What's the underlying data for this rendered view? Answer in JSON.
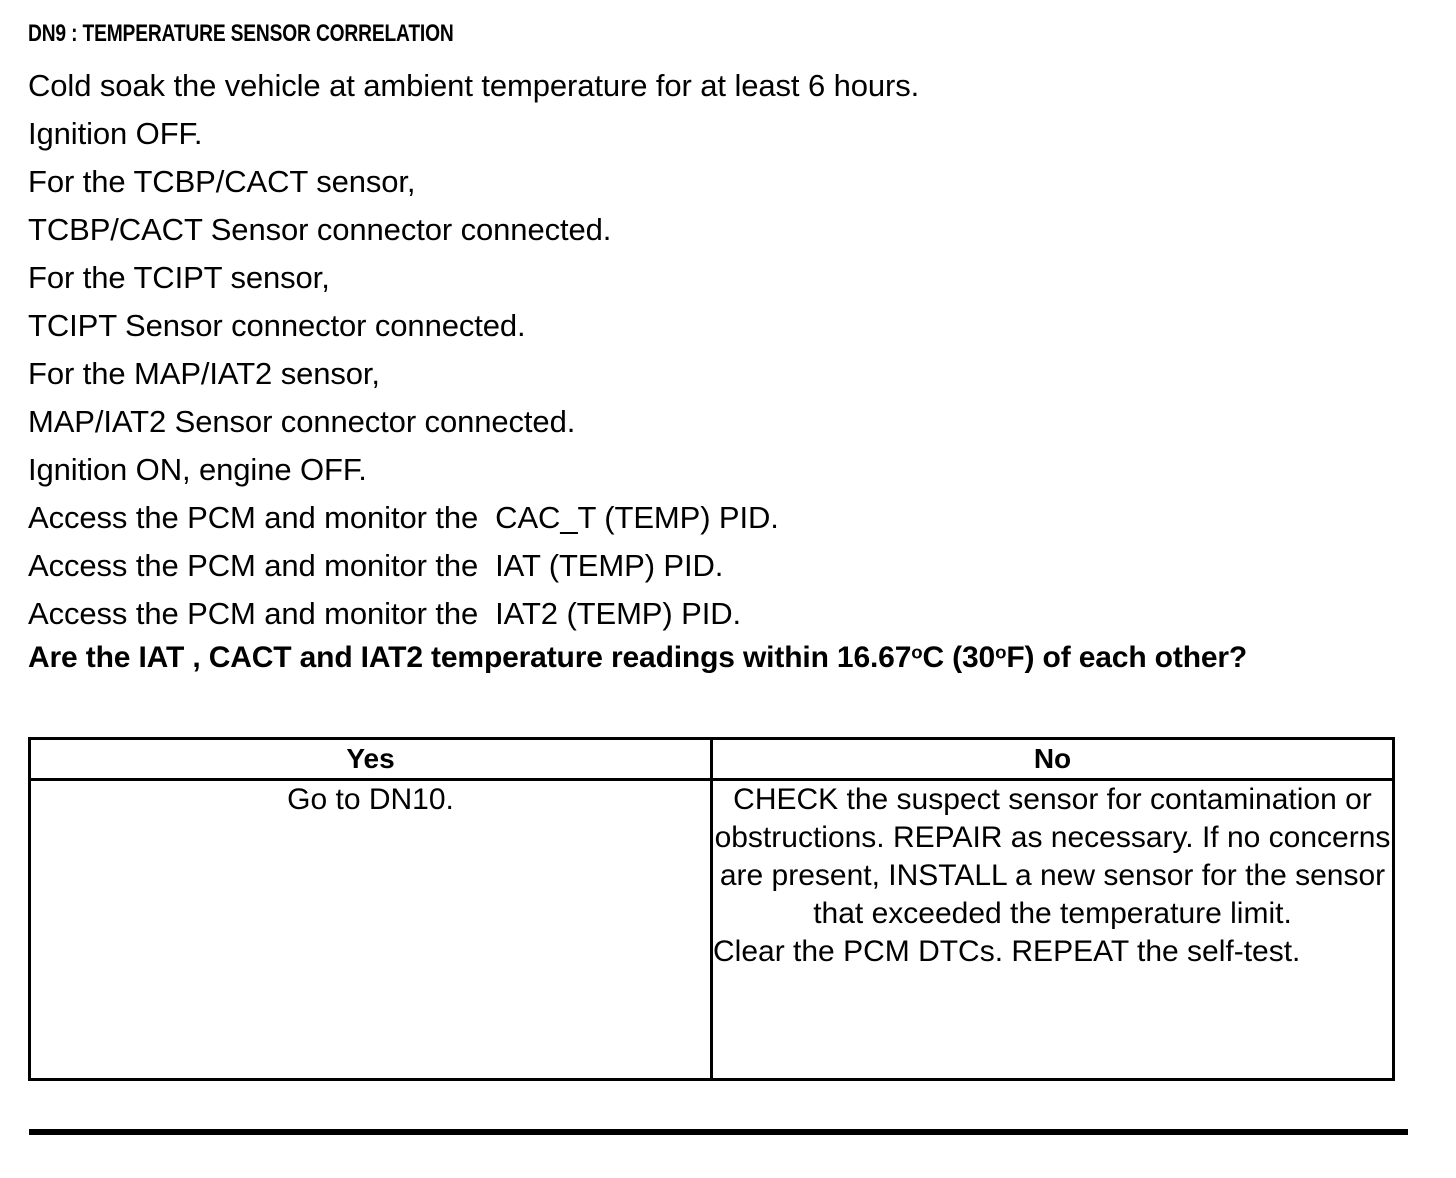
{
  "document": {
    "heading": "DN9 : TEMPERATURE SENSOR CORRELATION",
    "steps": [
      "Cold soak the vehicle at ambient temperature for at least 6 hours.",
      "Ignition OFF.",
      "For the TCBP/CACT sensor,",
      "TCBP/CACT Sensor connector connected.",
      "For the TCIPT sensor,",
      "TCIPT Sensor connector connected.",
      "For the MAP/IAT2 sensor,",
      "MAP/IAT2 Sensor connector connected.",
      "Ignition ON, engine OFF.",
      "Access the PCM and monitor the  CAC_T (TEMP) PID.",
      "Access the PCM and monitor the  IAT (TEMP) PID.",
      "Access the PCM and monitor the  IAT2 (TEMP) PID."
    ],
    "question": {
      "before_celsius": "Are the IAT , CACT and IAT2 temperature readings within 16.67",
      "celsius_degree": "o",
      "between": "C (30",
      "fahrenheit_degree": "o",
      "after": "F) of each other?",
      "full_text": "Are the IAT , CACT and IAT2 temperature readings within 16.67ºC (30ºF) of each other?"
    }
  },
  "decision_table": {
    "headers": {
      "yes": "Yes",
      "no": "No"
    },
    "rows": [
      {
        "yes": "Go to DN10.",
        "no_paragraph_centered": "CHECK the suspect sensor for contamination or obstructions. REPAIR as necessary. If no concerns are present, INSTALL a new sensor for the sensor that exceeded the temperature limit.",
        "no_paragraph_left": "Clear the PCM DTCs. REPEAT the self-test."
      }
    ]
  },
  "style": {
    "text_color": "#000000",
    "background_color": "#ffffff",
    "border_color": "#000000"
  }
}
